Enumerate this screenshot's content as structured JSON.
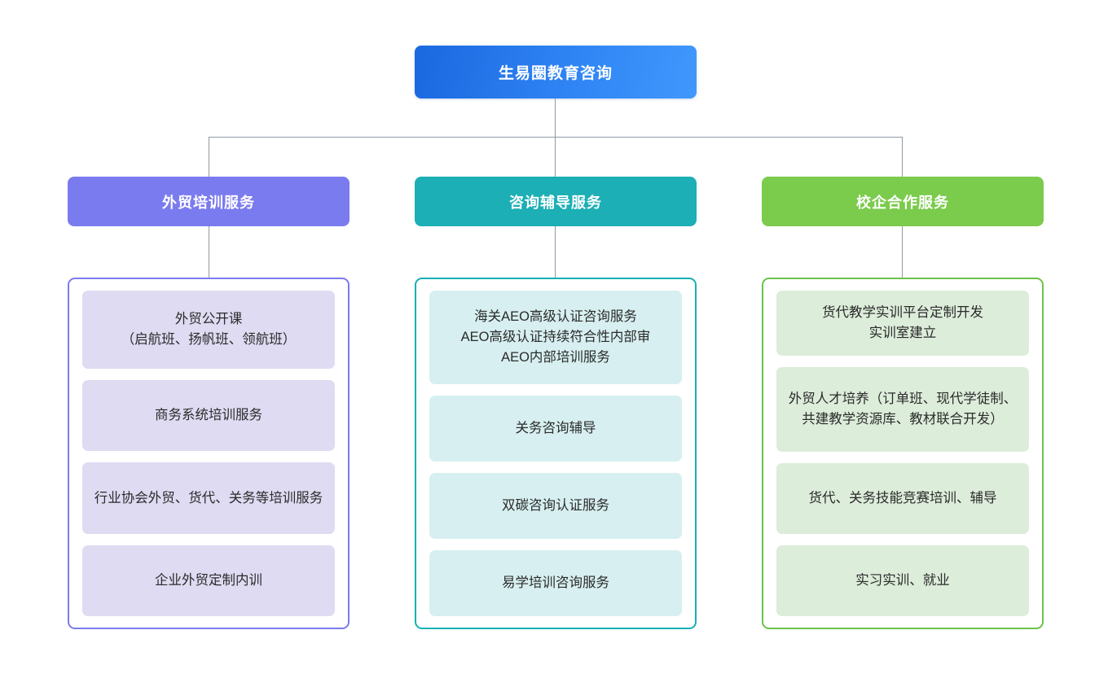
{
  "diagram": {
    "type": "organization-chart",
    "root": {
      "label": "生易圈教育咨询",
      "color": "#1b68df",
      "color_end": "#4098fc"
    },
    "groups": [
      {
        "header": "外贸培训服务",
        "color": "#7b7bf0",
        "card_fill": "#dedbf2",
        "items": [
          "外贸公开课\n（启航班、扬帆班、领航班）",
          "商务系统培训服务",
          "行业协会外贸、货代、关务等培训服务",
          "企业外贸定制内训"
        ]
      },
      {
        "header": "咨询辅导服务",
        "color": "#1cafb5",
        "card_fill": "#d7eff0",
        "items": [
          "海关AEO高级认证咨询服务\nAEO高级认证持续符合性内部审\nAEO内部培训服务",
          "关务咨询辅导",
          "双碳咨询认证服务",
          "易学培训咨询服务"
        ]
      },
      {
        "header": "校企合作服务",
        "color": "#7bcb4c",
        "card_fill": "#dcedda",
        "items": [
          "货代教学实训平台定制开发\n实训室建立",
          "外贸人才培养（订单班、现代学徒制、共建教学资源库、教材联合开发）",
          "货代、关务技能竞赛培训、辅导",
          "实习实训、就业"
        ]
      }
    ],
    "connector_color": "#8f9aa6"
  }
}
